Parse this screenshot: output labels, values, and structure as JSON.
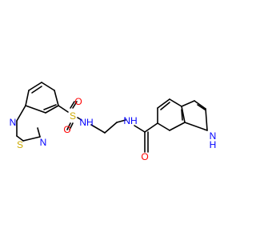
{
  "molecule": {
    "atoms": [
      {
        "id": "o_sulf_top",
        "text": "O",
        "color": "#ff0000"
      },
      {
        "id": "o_sulf_bottom",
        "text": "O",
        "color": "#ff0000"
      },
      {
        "id": "s_sulfonyl",
        "text": "S",
        "color": "#ccaa00"
      },
      {
        "id": "nh_sulfonamide",
        "text": "NH",
        "color": "#0000ff"
      },
      {
        "id": "n_thiadiazole_upper",
        "text": "N",
        "color": "#0000ff"
      },
      {
        "id": "s_thiadiazole",
        "text": "S",
        "color": "#ccaa00"
      },
      {
        "id": "n_thiadiazole_lower",
        "text": "N",
        "color": "#0000ff"
      },
      {
        "id": "nh_amide",
        "text": "NH",
        "color": "#0000ff"
      },
      {
        "id": "o_carbonyl",
        "text": "O",
        "color": "#ff0000"
      },
      {
        "id": "h_indole",
        "text": "H",
        "color": "#0000ff"
      },
      {
        "id": "n_indole",
        "text": "N",
        "color": "#0000ff"
      }
    ]
  }
}
